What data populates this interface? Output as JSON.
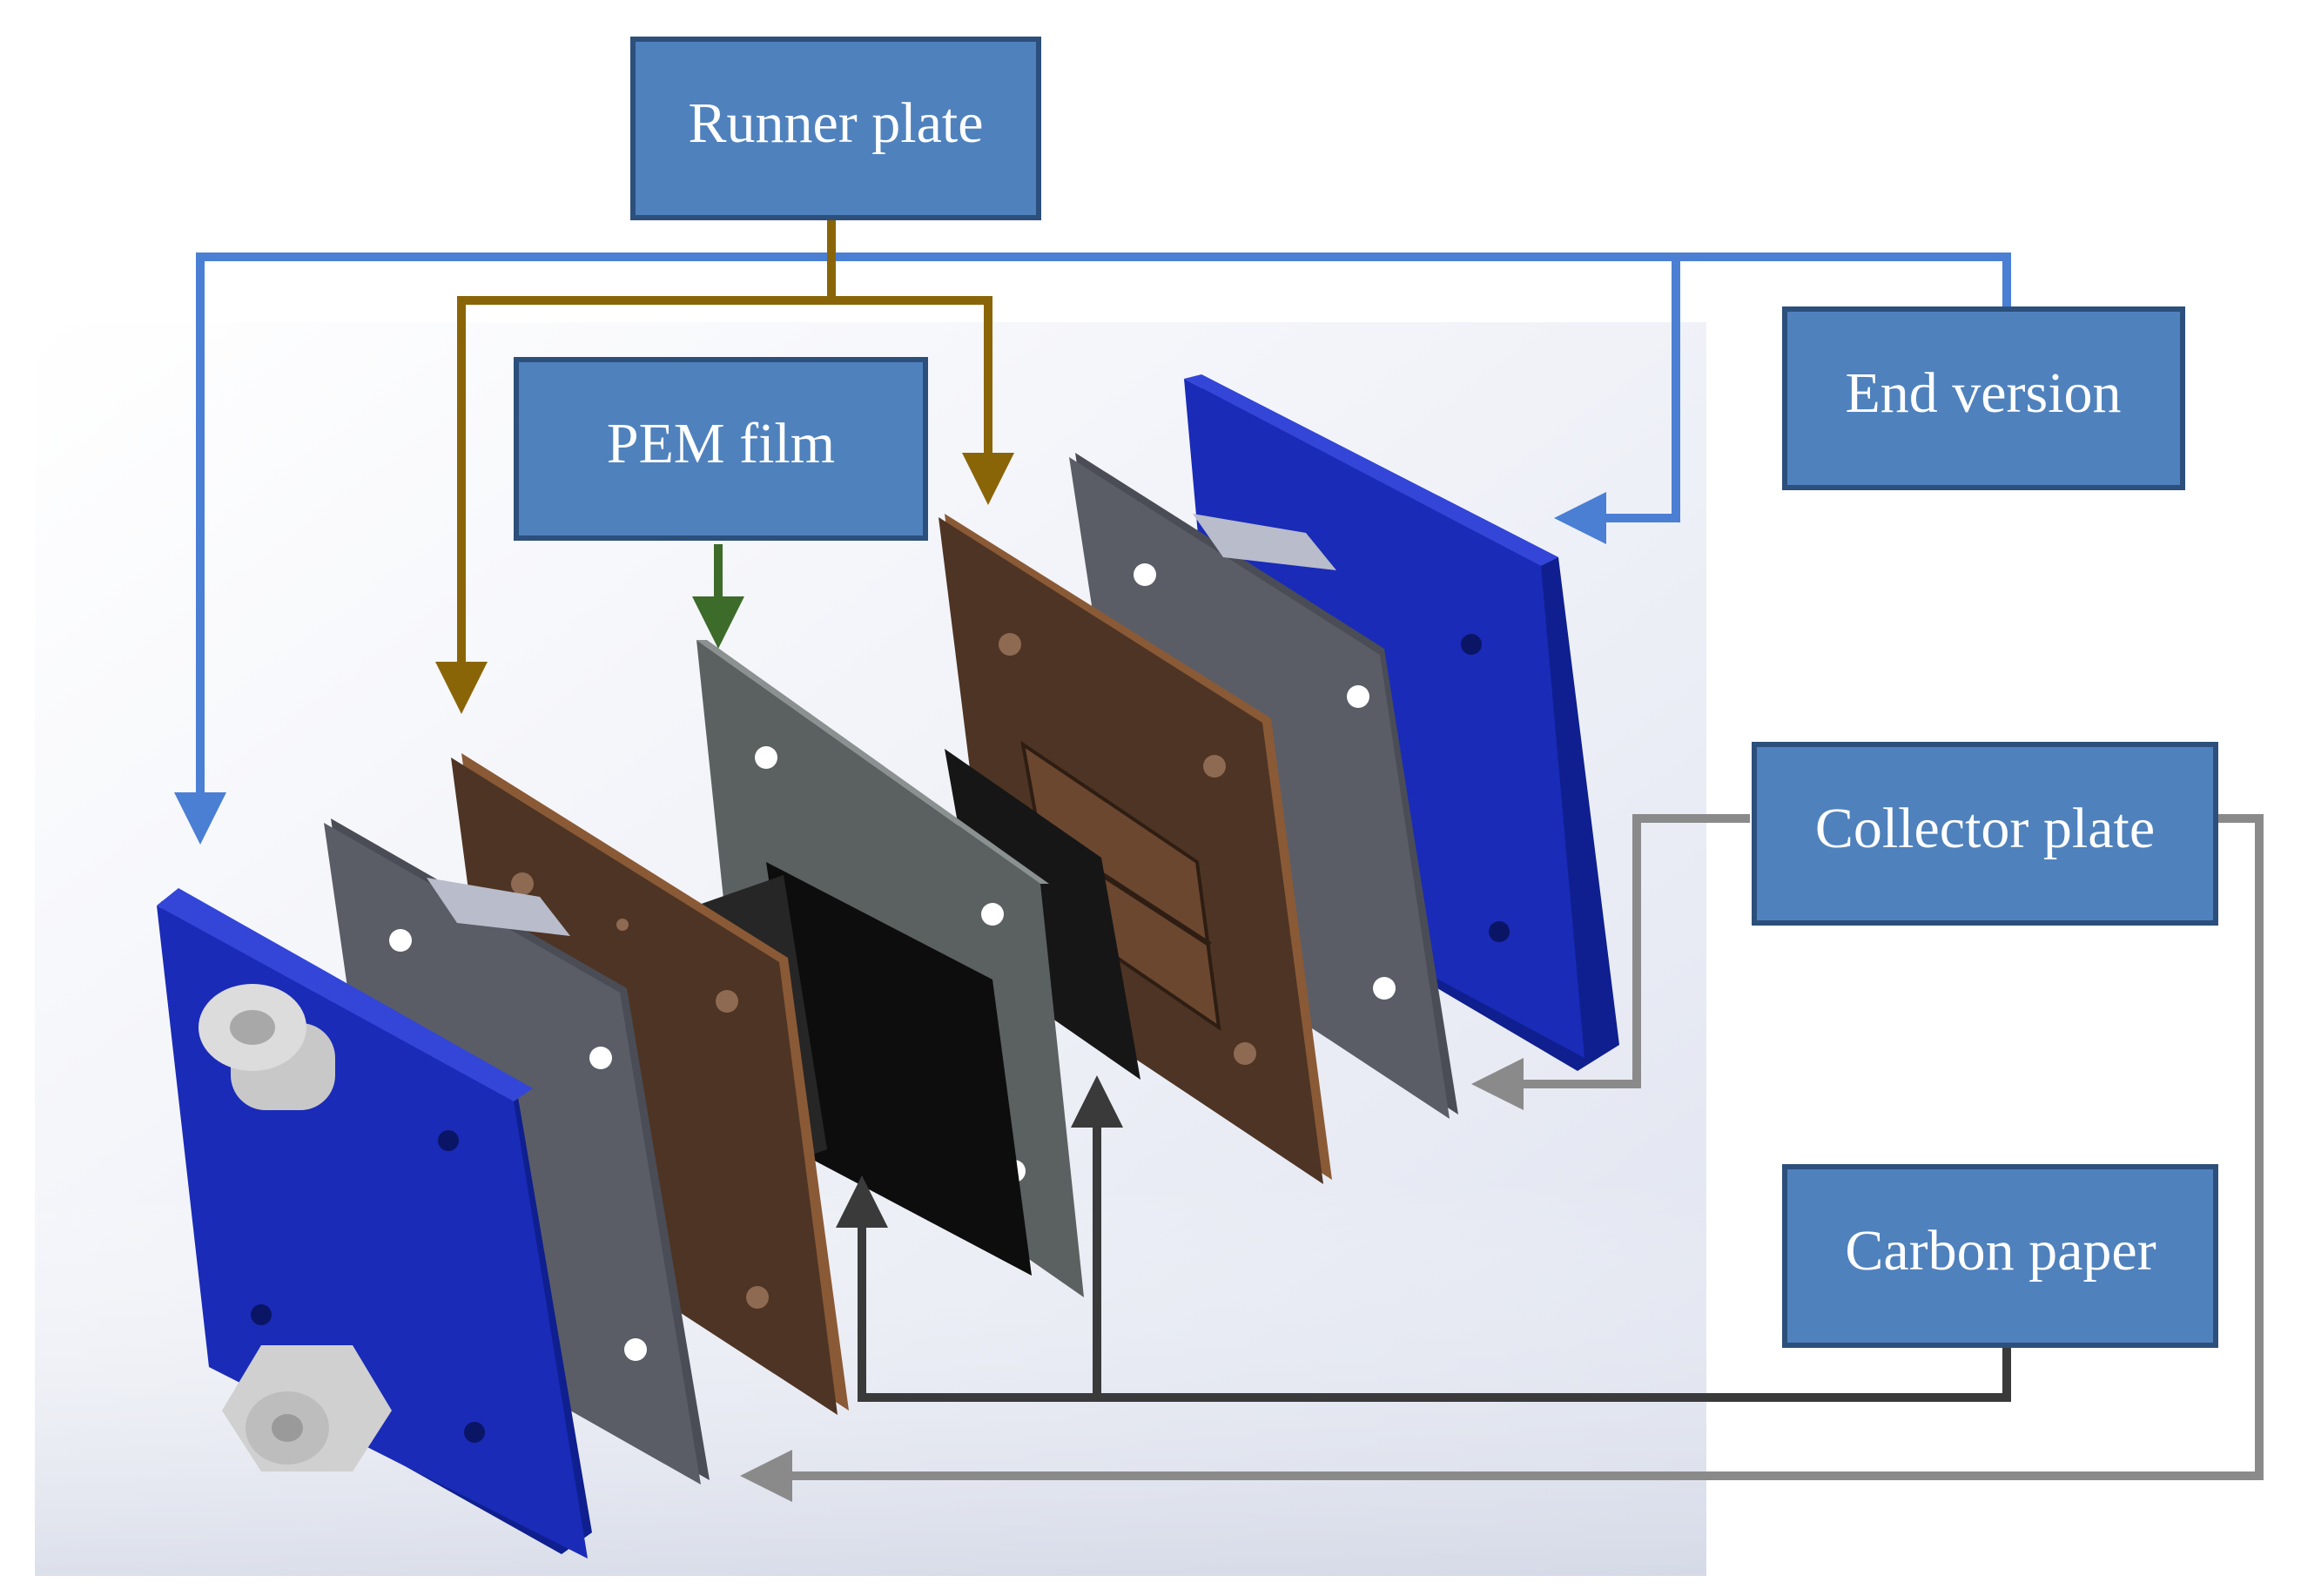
{
  "labels": {
    "runner_plate": "Runner plate",
    "end_version": "End version",
    "pem_film": "PEM film",
    "collector_plate": "Collector plate",
    "carbon_paper": "Carbon paper"
  },
  "colors": {
    "label_box": "#4f81bd",
    "end_plate": "#1a2bb8",
    "collector_plate": "#5a5d66",
    "runner_plate": "#4e3424",
    "pem_film": "#5b6160",
    "carbon_paper": "#111111",
    "leader_end_version": "#4a7fd4",
    "leader_runner_plate": "#8a6508",
    "leader_pem_film": "#3d6b2a",
    "leader_collector_plate": "#8a8a8a",
    "leader_carbon_paper": "#3a3a3a"
  }
}
